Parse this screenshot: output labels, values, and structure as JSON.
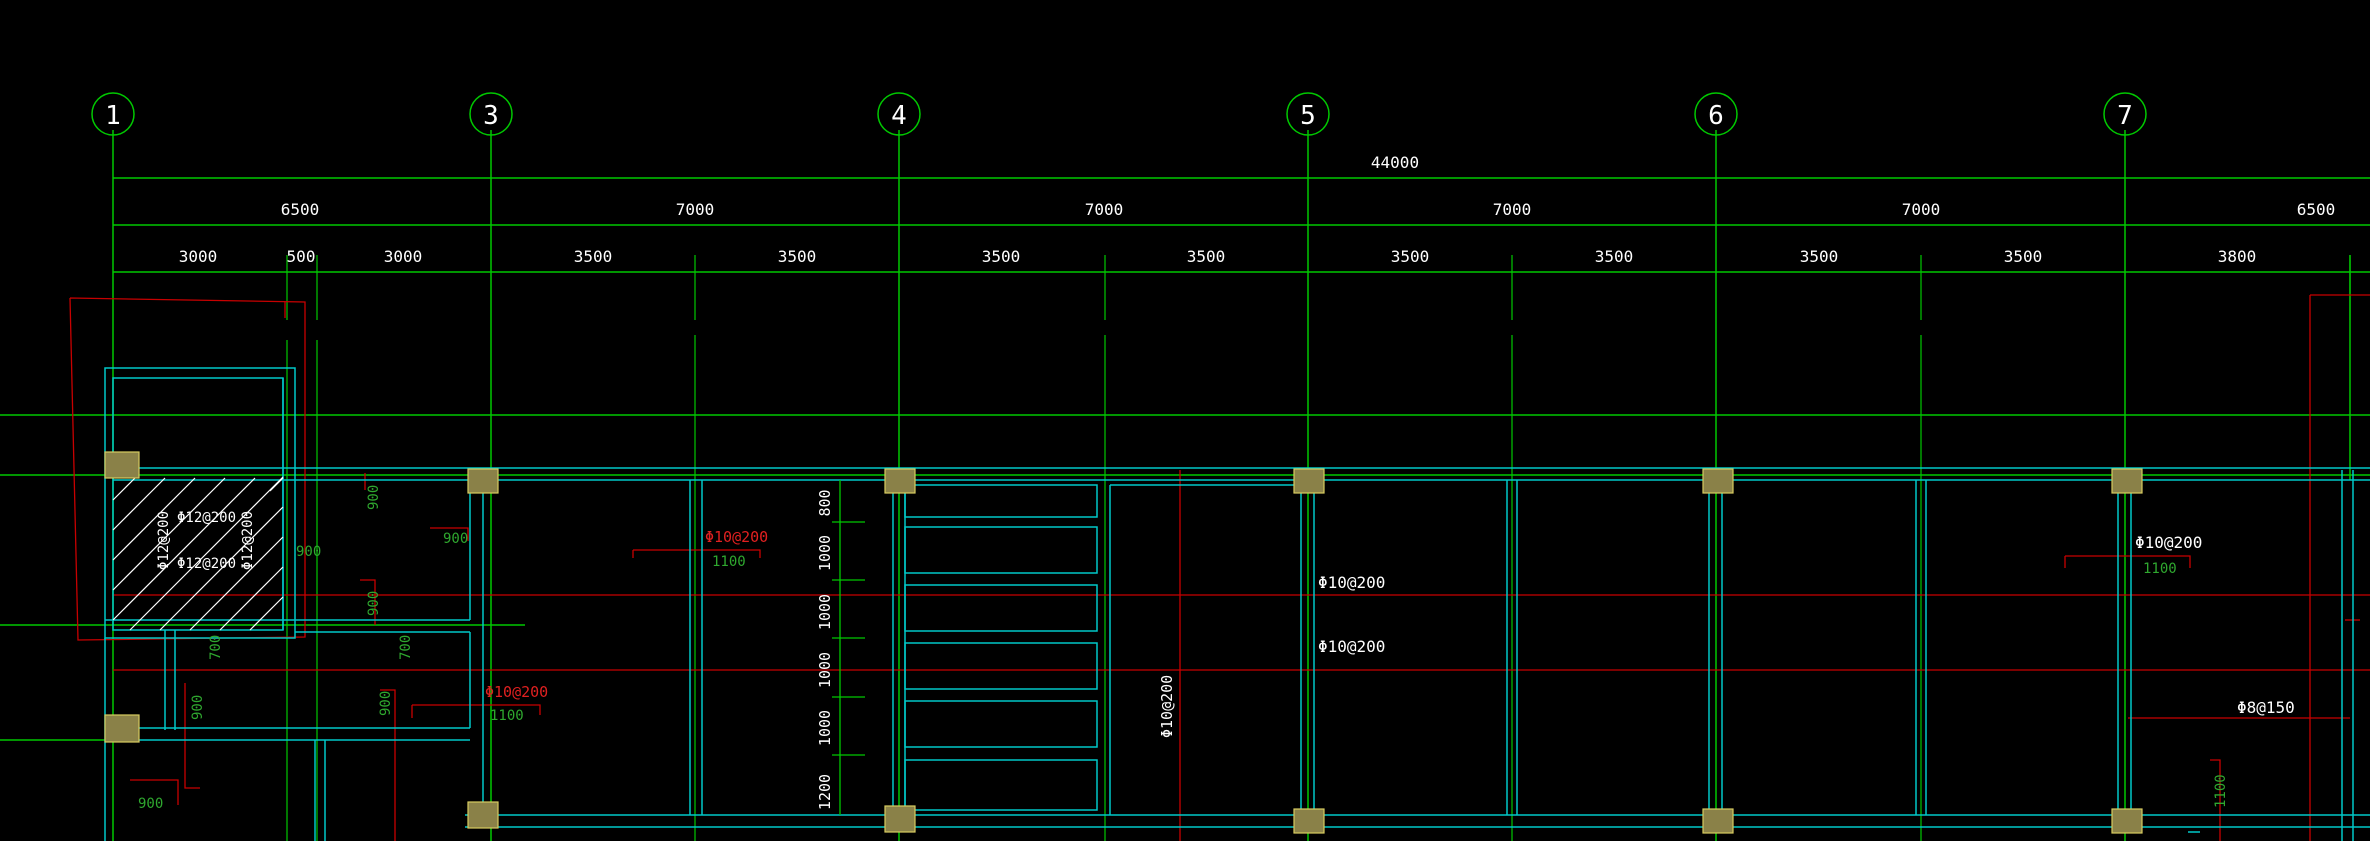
{
  "drawing": {
    "colors": {
      "background": "#000000",
      "grid": "#00c800",
      "dimension_text": "#ffffff",
      "beam": "#00c8c8",
      "rebar": "#c80000",
      "rebar_label": "#ffffff",
      "column": "#9a8f4a",
      "length_label": "#2fa82f"
    },
    "grid_axes": [
      {
        "id": "axis-1",
        "label": "1"
      },
      {
        "id": "axis-3",
        "label": "3"
      },
      {
        "id": "axis-4",
        "label": "4"
      },
      {
        "id": "axis-5",
        "label": "5"
      },
      {
        "id": "axis-6",
        "label": "6"
      },
      {
        "id": "axis-7",
        "label": "7"
      }
    ],
    "dimensions": {
      "overall": "44000",
      "bays": [
        "6500",
        "7000",
        "7000",
        "7000",
        "7000",
        "6500"
      ],
      "sub_bays": [
        "3000",
        "500",
        "3000",
        "3500",
        "3500",
        "3500",
        "3500",
        "3500",
        "3500",
        "3500",
        "3500",
        "3800"
      ]
    },
    "vertical_dims": [
      "800",
      "1000",
      "1000",
      "1000",
      "1000",
      "1200"
    ],
    "rebar_labels": {
      "stair_top": "Φ12@200",
      "stair_mid": "Φ12@200",
      "stair_left_vertical": "Φ12@200",
      "stair_right_vertical": "Φ12@200",
      "bay3_top": "Φ10@200",
      "bay3_bottom": "Φ10@200",
      "bay4_vertical": "Φ10@200",
      "bay5_upper": "Φ10@200",
      "bay5_lower": "Φ10@200",
      "bay7_top": "Φ10@200",
      "bay7_bottom": "Φ8@150"
    },
    "length_labels": {
      "len_900_a": "900",
      "len_900_b": "900",
      "len_900_c": "900",
      "len_900_d": "900",
      "len_900_e": "900",
      "len_900_f": "900",
      "len_700_a": "700",
      "len_700_b": "700",
      "len_1100_a": "1100",
      "len_1100_b": "1100",
      "len_1100_c": "1100",
      "len_1100_d": "1100"
    }
  }
}
